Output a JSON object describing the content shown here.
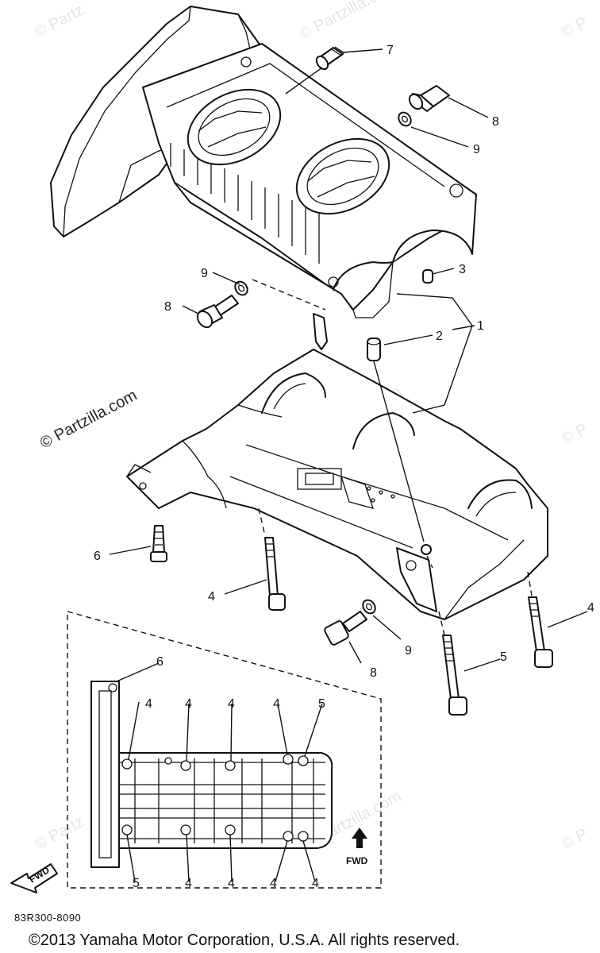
{
  "diagram": {
    "callouts": {
      "c1": "1",
      "c2": "2",
      "c3": "3",
      "c4a": "4",
      "c4b": "4",
      "c5": "5",
      "c6": "6",
      "c7": "7",
      "c8a": "8",
      "c8b": "8",
      "c8c": "8",
      "c9a": "9",
      "c9b": "9",
      "c9c": "9"
    },
    "inset": {
      "c6": "6",
      "top4a": "4",
      "top4b": "4",
      "top4c": "4",
      "top4d": "4",
      "top5": "5",
      "bot5": "5",
      "bot4a": "4",
      "bot4b": "4",
      "bot4c": "4",
      "bot4d": "4",
      "fwd_label": "FWD",
      "fwd_badge": "FWD"
    },
    "part_code": "83R300-8090"
  },
  "watermark": {
    "text": "© Partzilla.com",
    "short": "© Partz",
    "short2": "© P"
  },
  "footer": {
    "copyright": "©2013  Yamaha Motor Corporation, U.S.A. All rights reserved."
  }
}
